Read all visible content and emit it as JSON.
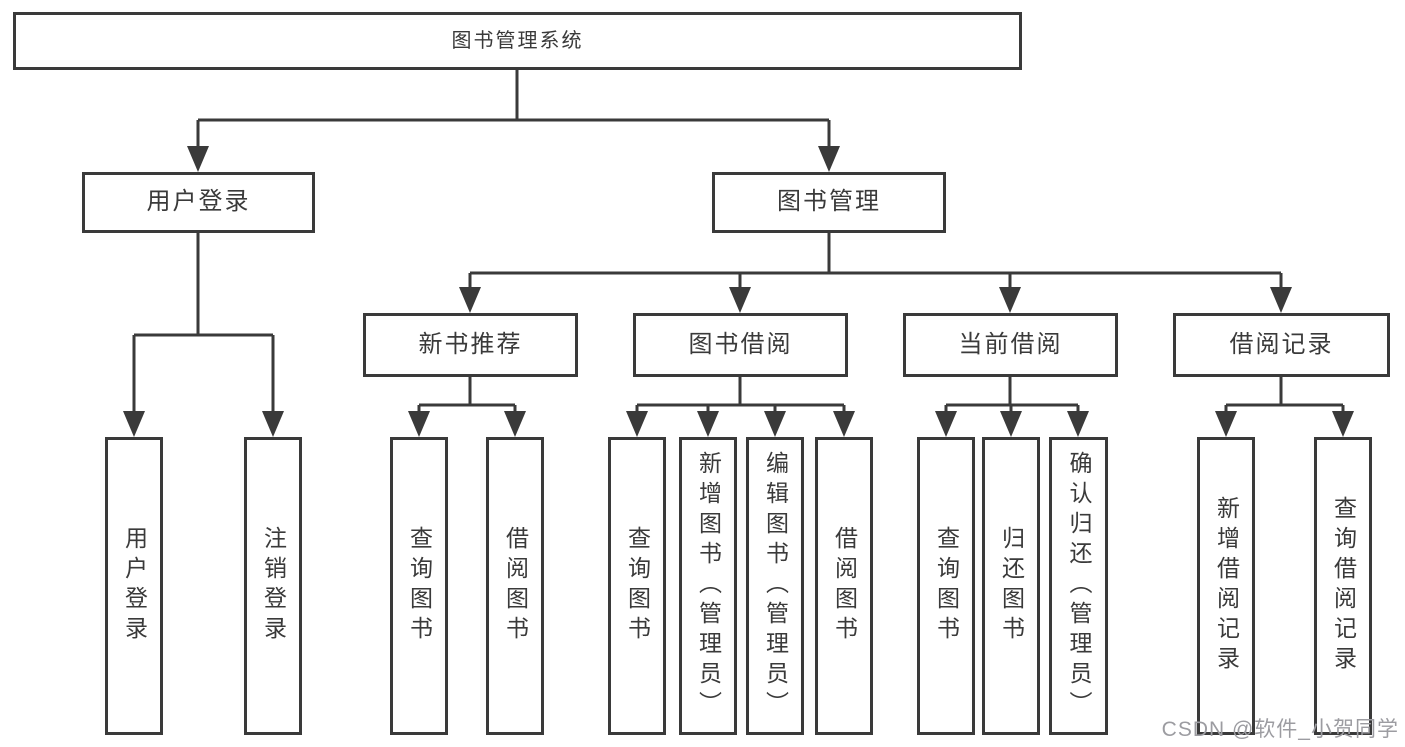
{
  "colors": {
    "line": "#3a3a3a",
    "text": "#3a3a3a",
    "box_background": "#ffffff",
    "watermark": "#9c9ca1"
  },
  "tree": {
    "root": {
      "label": "图书管理系统"
    },
    "level2": [
      {
        "id": "user-login",
        "label": "用户登录"
      },
      {
        "id": "book-management",
        "label": "图书管理"
      }
    ],
    "level3": [
      {
        "id": "new-book-recommend",
        "parent": "book-management",
        "label": "新书推荐"
      },
      {
        "id": "book-borrowing",
        "parent": "book-management",
        "label": "图书借阅"
      },
      {
        "id": "current-borrowing",
        "parent": "book-management",
        "label": "当前借阅"
      },
      {
        "id": "borrowing-records",
        "parent": "book-management",
        "label": "借阅记录"
      }
    ],
    "leaves": [
      {
        "id": "user-login-leaf",
        "parent": "user-login",
        "label": "用户登录"
      },
      {
        "id": "logout-leaf",
        "parent": "user-login",
        "label": "注销登录"
      },
      {
        "id": "query-books-recommend",
        "parent": "new-book-recommend",
        "label": "查询图书"
      },
      {
        "id": "borrow-books-recommend",
        "parent": "new-book-recommend",
        "label": "借阅图书"
      },
      {
        "id": "query-books-borrowing",
        "parent": "book-borrowing",
        "label": "查询图书"
      },
      {
        "id": "add-books-admin",
        "parent": "book-borrowing",
        "label": "新增图书（管理员）"
      },
      {
        "id": "edit-books-admin",
        "parent": "book-borrowing",
        "label": "编辑图书（管理员）"
      },
      {
        "id": "borrow-books",
        "parent": "book-borrowing",
        "label": "借阅图书"
      },
      {
        "id": "query-books-current",
        "parent": "current-borrowing",
        "label": "查询图书"
      },
      {
        "id": "return-books",
        "parent": "current-borrowing",
        "label": "归还图书"
      },
      {
        "id": "confirm-return-admin",
        "parent": "current-borrowing",
        "label": "确认归还（管理员）"
      },
      {
        "id": "add-borrow-record",
        "parent": "borrowing-records",
        "label": "新增借阅记录"
      },
      {
        "id": "query-borrow-record",
        "parent": "borrowing-records",
        "label": "查询借阅记录"
      }
    ]
  },
  "watermark": {
    "text": "CSDN @软件_小贺同学"
  }
}
